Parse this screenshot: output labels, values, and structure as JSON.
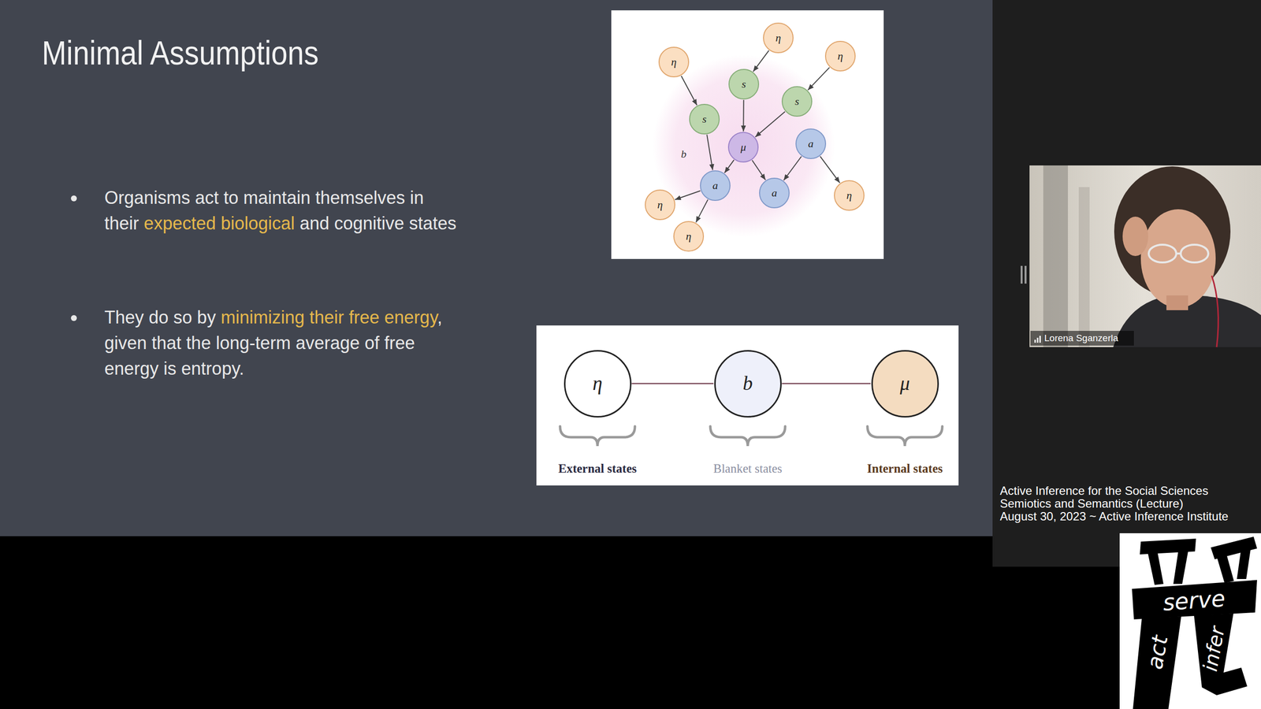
{
  "diagram": {
    "title": "Minimal Assumptions",
    "nodes": [
      {
        "text": [
          "η"
        ]
      },
      {
        "text": [
          "η"
        ]
      },
      {
        "text": [
          "η"
        ]
      },
      {
        "text": [
          "s"
        ]
      },
      {
        "text": [
          "s"
        ]
      },
      {
        "text": [
          "s"
        ]
      },
      {
        "text": [
          "a"
        ]
      },
      {
        "text": [
          "μ"
        ]
      },
      {
        "text": [
          "a"
        ]
      },
      {
        "text": [
          "a"
        ]
      },
      {
        "text": [
          "η"
        ]
      },
      {
        "text": [
          "η"
        ]
      },
      {
        "text": [
          "η"
        ]
      },
      {
        "text": [
          "η"
        ]
      },
      {
        "text": [
          "b"
        ]
      },
      {
        "text": [
          "μ"
        ]
      }
    ],
    "edges": [
      {
        "from": 0,
        "to": 5,
        "arrow": "to"
      },
      {
        "from": 1,
        "to": 3,
        "arrow": "to"
      },
      {
        "from": 2,
        "to": 4,
        "arrow": "to"
      },
      {
        "from": 3,
        "to": 7,
        "arrow": "to"
      },
      {
        "from": 4,
        "to": 7,
        "arrow": "to"
      },
      {
        "from": 5,
        "to": 8,
        "arrow": "to"
      },
      {
        "from": 7,
        "to": 8,
        "arrow": "to"
      },
      {
        "from": 7,
        "to": 9,
        "arrow": "to"
      },
      {
        "from": 6,
        "to": 9,
        "arrow": "to"
      },
      {
        "from": 6,
        "to": 10,
        "arrow": "to"
      },
      {
        "from": 8,
        "to": 11,
        "arrow": "to"
      },
      {
        "from": 8,
        "to": 12,
        "arrow": "to"
      },
      {
        "from": 13,
        "to": 14,
        "arrow": "none"
      },
      {
        "from": 14,
        "to": 15,
        "arrow": "none"
      }
    ],
    "labels": [
      "Organisms act to maintain themselves in their",
      "expected biological",
      "and cognitive states",
      "They do so by",
      "minimizing their free energy",
      ", given that the long-term average of free energy is entropy.",
      "b",
      "External states",
      "Blanket states",
      "Internal states",
      "Lorena Sganzerla",
      "Active Inference for the Social Sciences",
      "Semiotics and Semantics (Lecture)",
      "August 30, 2023 ~ Active Inference Institute",
      "serve",
      "act",
      "infer"
    ]
  }
}
